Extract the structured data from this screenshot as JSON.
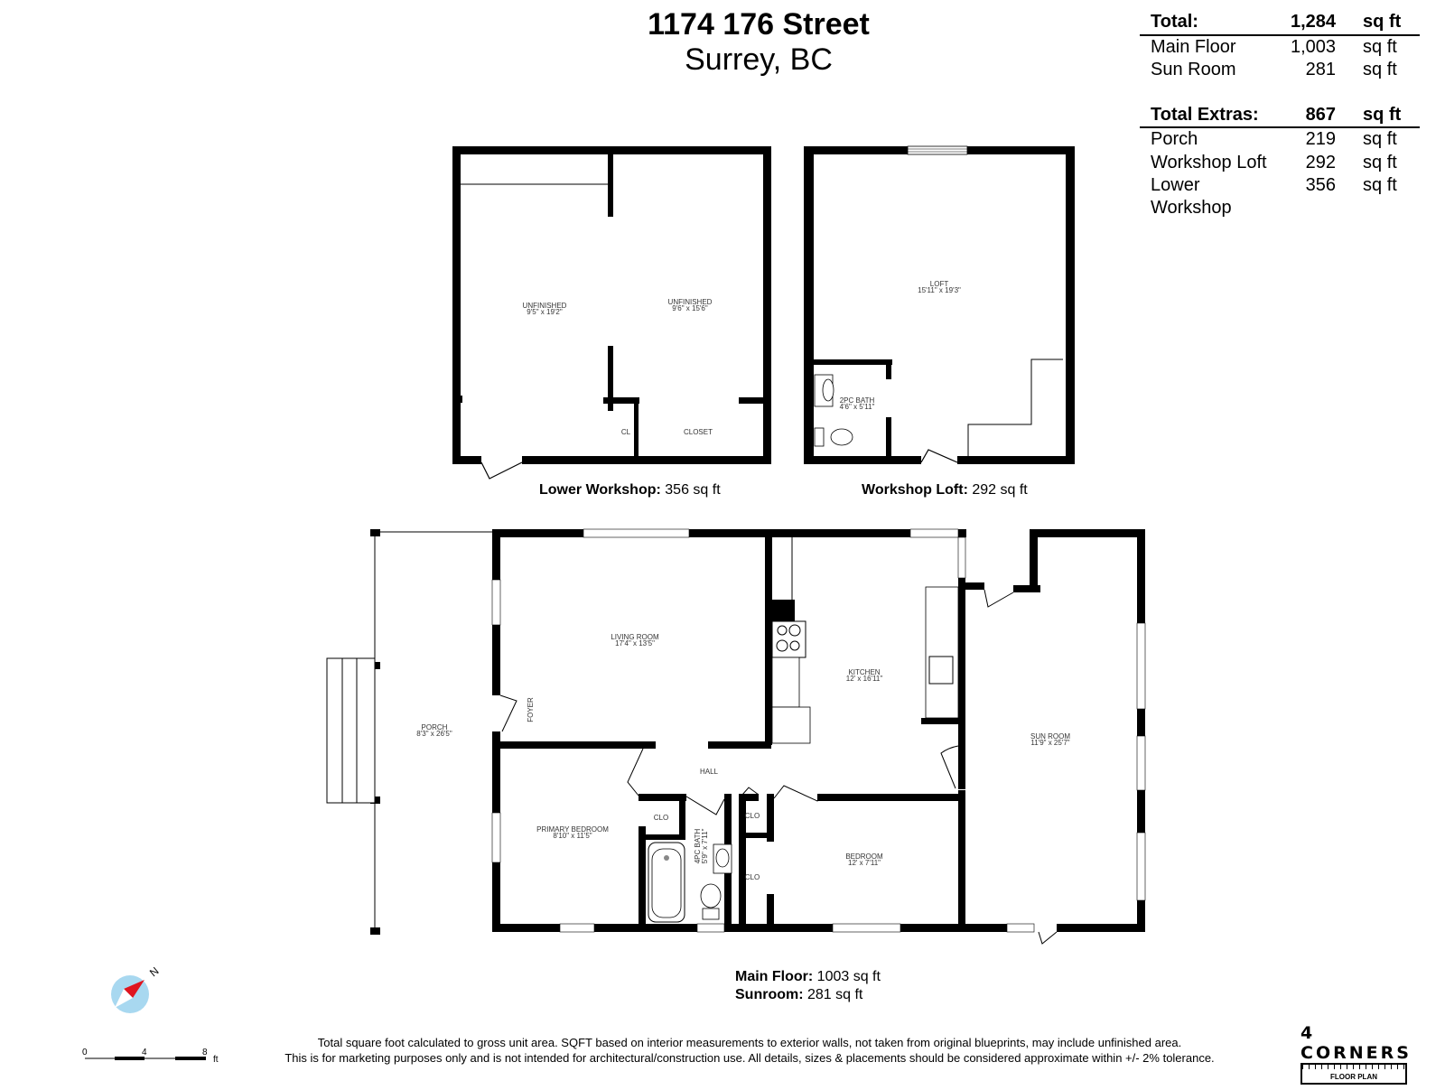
{
  "header": {
    "address": "1174 176 Street",
    "city": "Surrey, BC"
  },
  "summary": {
    "total": {
      "label": "Total:",
      "value": "1,284",
      "unit": "sq ft"
    },
    "main_rows": [
      {
        "label": "Main Floor",
        "value": "1,003",
        "unit": "sq ft"
      },
      {
        "label": "Sun Room",
        "value": "281",
        "unit": "sq ft"
      }
    ],
    "extras_total": {
      "label": "Total Extras:",
      "value": "867",
      "unit": "sq ft"
    },
    "extras_rows": [
      {
        "label": "Porch",
        "value": "219",
        "unit": "sq ft"
      },
      {
        "label": "Workshop Loft",
        "value": "292",
        "unit": "sq ft"
      },
      {
        "label": "Lower Workshop",
        "value": "356",
        "unit": "sq ft"
      }
    ]
  },
  "rooms": {
    "unfinished_a": {
      "name": "UNFINISHED",
      "dims": "9'5\" x 19'2\""
    },
    "unfinished_b": {
      "name": "UNFINISHED",
      "dims": "9'6\" x 15'6\""
    },
    "cl": {
      "name": "CL"
    },
    "closet": {
      "name": "CLOSET"
    },
    "loft": {
      "name": "LOFT",
      "dims": "15'11\" x 19'3\""
    },
    "bath2": {
      "name": "2PC BATH",
      "dims": "4'6\" x 5'11\""
    },
    "living": {
      "name": "LIVING ROOM",
      "dims": "17'4\" x 13'5\""
    },
    "kitchen": {
      "name": "KITCHEN",
      "dims": "12' x 16'11\""
    },
    "porch": {
      "name": "PORCH",
      "dims": "8'3\" x 26'5\""
    },
    "foyer": {
      "name": "FOYER"
    },
    "sunroom": {
      "name": "SUN ROOM",
      "dims": "11'9\" x 25'7\""
    },
    "hall": {
      "name": "HALL"
    },
    "primary": {
      "name": "PRIMARY BEDROOM",
      "dims": "8'10\" x 11'5\""
    },
    "bath4": {
      "name": "4PC BATH",
      "dims": "5'9\" x 7'11\""
    },
    "clo1": {
      "name": "CLO"
    },
    "clo2": {
      "name": "CLO"
    },
    "clo3": {
      "name": "CLO"
    },
    "bedroom": {
      "name": "BEDROOM",
      "dims": "12' x 7'11\""
    }
  },
  "captions": {
    "lower_workshop": {
      "label": "Lower Workshop:",
      "value": "356 sq ft"
    },
    "workshop_loft": {
      "label": "Workshop Loft:",
      "value": "292 sq ft"
    },
    "main_floor": {
      "label": "Main Floor:",
      "value": "1003 sq ft"
    },
    "sunroom": {
      "label": "Sunroom:",
      "value": "281 sq ft"
    }
  },
  "compass": {
    "label": "N",
    "needle_color": "#e0141e",
    "disc_color": "#a8d8f0"
  },
  "scale": {
    "ticks": [
      "0",
      "4",
      "8"
    ],
    "unit": "ft"
  },
  "disclaimer": {
    "line1": "Total square foot calculated to gross unit area. SQFT based on interior measurements to exterior walls, not taken from original blueprints, may include unfinished area.",
    "line2": "This is for marketing purposes only and is not intended for architectural/construction use.  All details, sizes & placements should be considered approximate within +/- 2%  tolerance."
  },
  "logo": {
    "title": "4 CORNERS",
    "subtitle": "FLOOR PLAN"
  }
}
